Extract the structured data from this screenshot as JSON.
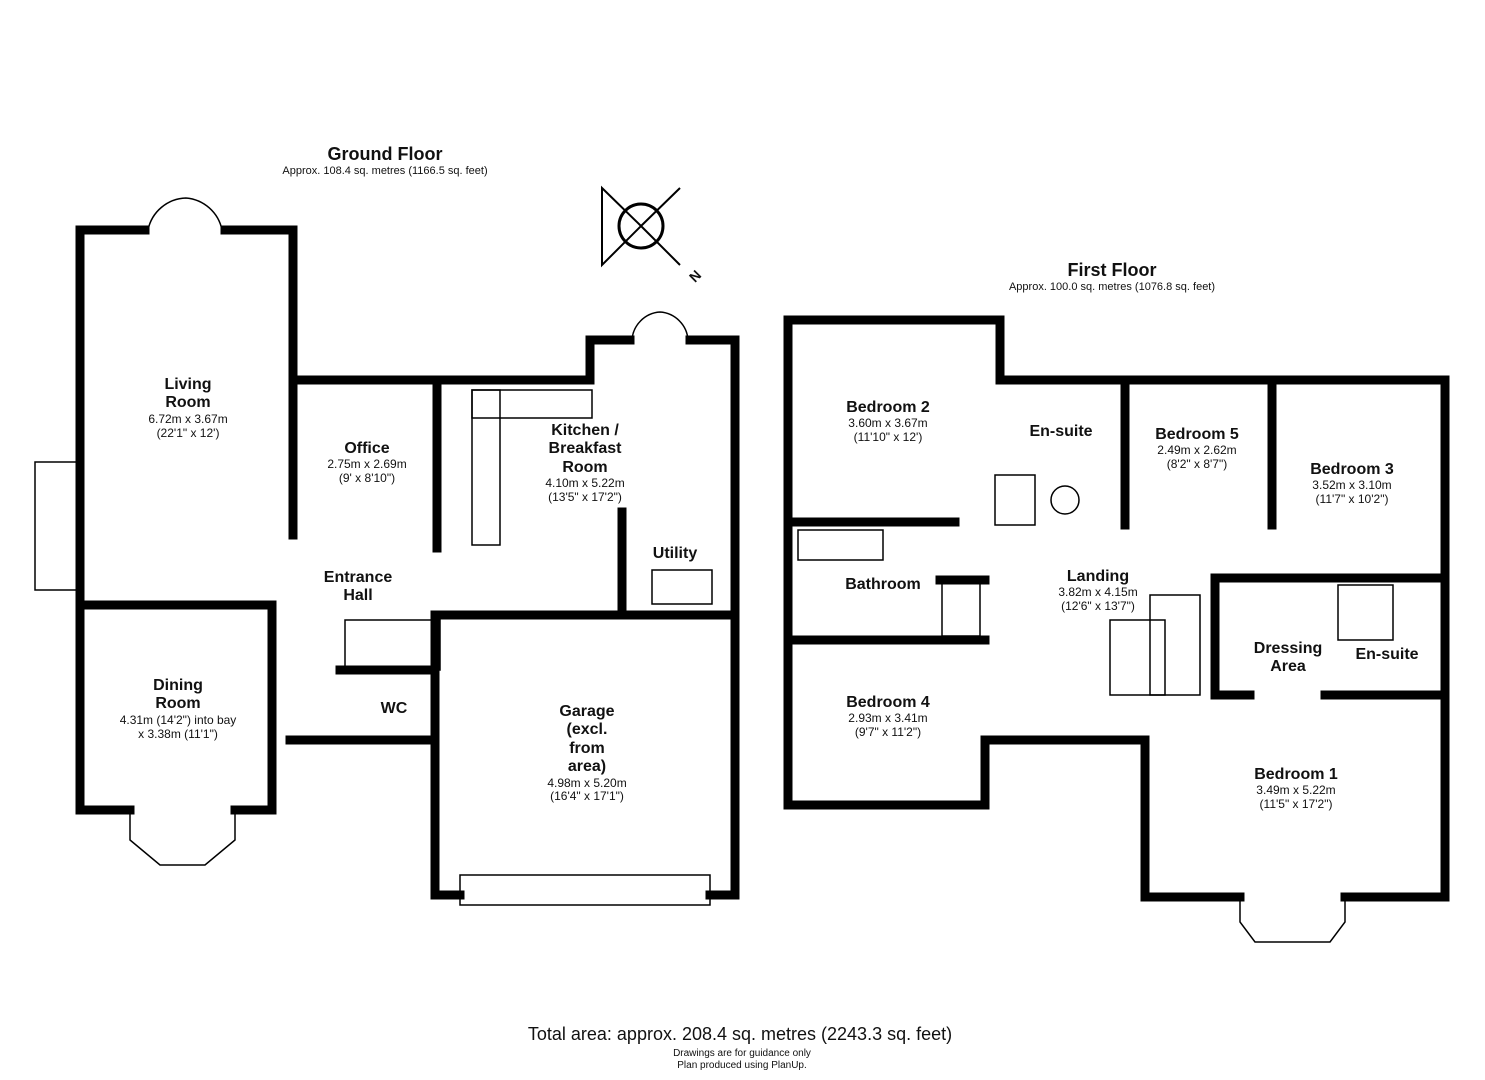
{
  "ground_floor": {
    "title": "Ground Floor",
    "area": "Approx. 108.4 sq. metres (1166.5 sq. feet)",
    "rooms": [
      {
        "name": "Living\nRoom",
        "dims": "6.72m x 3.67m\n(22'1\" x 12')"
      },
      {
        "name": "Office",
        "dims": "2.75m x 2.69m\n(9' x 8'10\")"
      },
      {
        "name": "Kitchen /\nBreakfast\nRoom",
        "dims": "4.10m x 5.22m\n(13'5\" x 17'2\")"
      },
      {
        "name": "Utility",
        "dims": ""
      },
      {
        "name": "Entrance\nHall",
        "dims": ""
      },
      {
        "name": "Dining\nRoom",
        "dims": "4.31m (14'2\") into bay\nx 3.38m (11'1\")"
      },
      {
        "name": "WC",
        "dims": ""
      },
      {
        "name": "Garage\n(excl.\nfrom\narea)",
        "dims": "4.98m x 5.20m\n(16'4\" x 17'1\")"
      }
    ]
  },
  "first_floor": {
    "title": "First Floor",
    "area": "Approx. 100.0 sq. metres (1076.8 sq. feet)",
    "rooms": [
      {
        "name": "Bedroom 2",
        "dims": "3.60m x 3.67m\n(11'10\" x 12')"
      },
      {
        "name": "En-suite",
        "dims": ""
      },
      {
        "name": "Bedroom 5",
        "dims": "2.49m x 2.62m\n(8'2\" x 8'7\")"
      },
      {
        "name": "Bedroom 3",
        "dims": "3.52m x 3.10m\n(11'7\" x 10'2\")"
      },
      {
        "name": "Bathroom",
        "dims": ""
      },
      {
        "name": "Landing",
        "dims": "3.82m x 4.15m\n(12'6\" x 13'7\")"
      },
      {
        "name": "Dressing\nArea",
        "dims": ""
      },
      {
        "name": "En-suite",
        "dims": ""
      },
      {
        "name": "Bedroom 4",
        "dims": "2.93m x 3.41m\n(9'7\" x 11'2\")"
      },
      {
        "name": "Bedroom 1",
        "dims": "3.49m x 5.22m\n(11'5\" x 17'2\")"
      }
    ]
  },
  "compass": {
    "label": "N"
  },
  "footer": {
    "total": "Total area: approx. 208.4 sq. metres (2243.3 sq. feet)",
    "note1": "Drawings are for guidance only",
    "note2": "Plan produced using PlanUp."
  }
}
